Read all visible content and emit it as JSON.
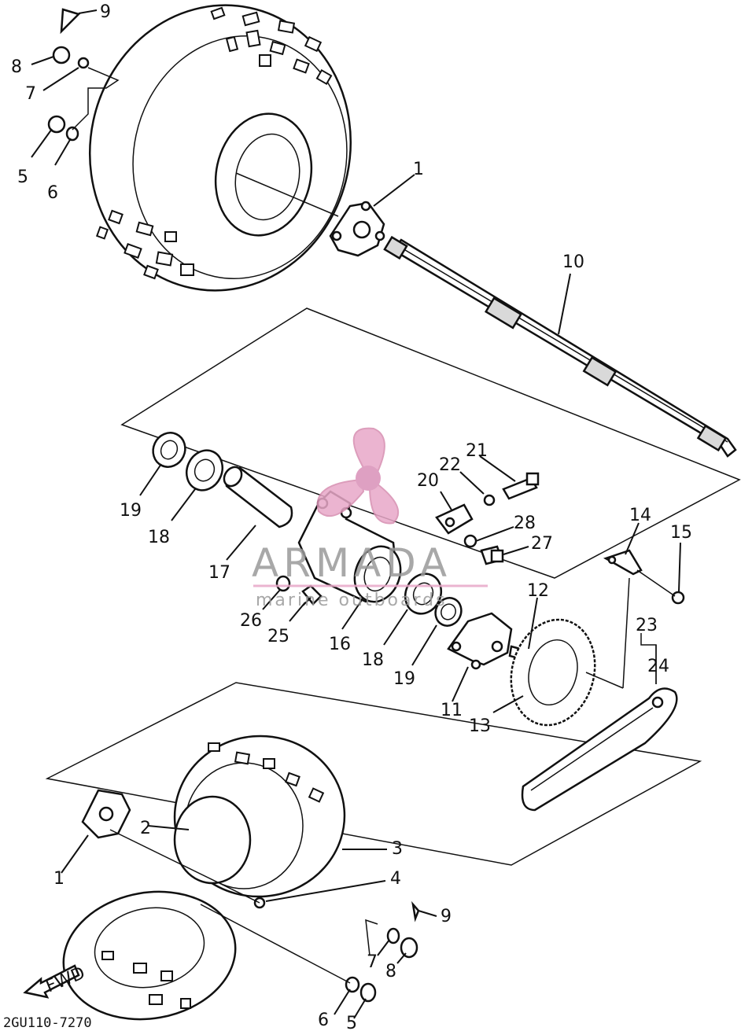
{
  "diagram": {
    "drawing_code": "2GU110-7270",
    "fwd_label": "FWD",
    "watermark": {
      "brand": "ARMADA",
      "tagline": "marine outboards",
      "accent": "#e8a8c8"
    },
    "callouts": [
      {
        "id": "c9a",
        "label": "9"
      },
      {
        "id": "c8a",
        "label": "8"
      },
      {
        "id": "c7a",
        "label": "7"
      },
      {
        "id": "c5a",
        "label": "5"
      },
      {
        "id": "c6a",
        "label": "6"
      },
      {
        "id": "c1a",
        "label": "1"
      },
      {
        "id": "c10",
        "label": "10"
      },
      {
        "id": "c19a",
        "label": "19"
      },
      {
        "id": "c18a",
        "label": "18"
      },
      {
        "id": "c17",
        "label": "17"
      },
      {
        "id": "c26",
        "label": "26"
      },
      {
        "id": "c25",
        "label": "25"
      },
      {
        "id": "c16",
        "label": "16"
      },
      {
        "id": "c18b",
        "label": "18"
      },
      {
        "id": "c19b",
        "label": "19"
      },
      {
        "id": "c20",
        "label": "20"
      },
      {
        "id": "c22",
        "label": "22"
      },
      {
        "id": "c21",
        "label": "21"
      },
      {
        "id": "c28",
        "label": "28"
      },
      {
        "id": "c27",
        "label": "27"
      },
      {
        "id": "c12",
        "label": "12"
      },
      {
        "id": "c11",
        "label": "11"
      },
      {
        "id": "c13",
        "label": "13"
      },
      {
        "id": "c14",
        "label": "14"
      },
      {
        "id": "c15",
        "label": "15"
      },
      {
        "id": "c23",
        "label": "23"
      },
      {
        "id": "c24",
        "label": "24"
      },
      {
        "id": "c2",
        "label": "2"
      },
      {
        "id": "c3",
        "label": "3"
      },
      {
        "id": "c1b",
        "label": "1"
      },
      {
        "id": "c4",
        "label": "4"
      },
      {
        "id": "c9b",
        "label": "9"
      },
      {
        "id": "c7b",
        "label": "7"
      },
      {
        "id": "c8b",
        "label": "8"
      },
      {
        "id": "c6b",
        "label": "6"
      },
      {
        "id": "c5b",
        "label": "5"
      }
    ]
  }
}
